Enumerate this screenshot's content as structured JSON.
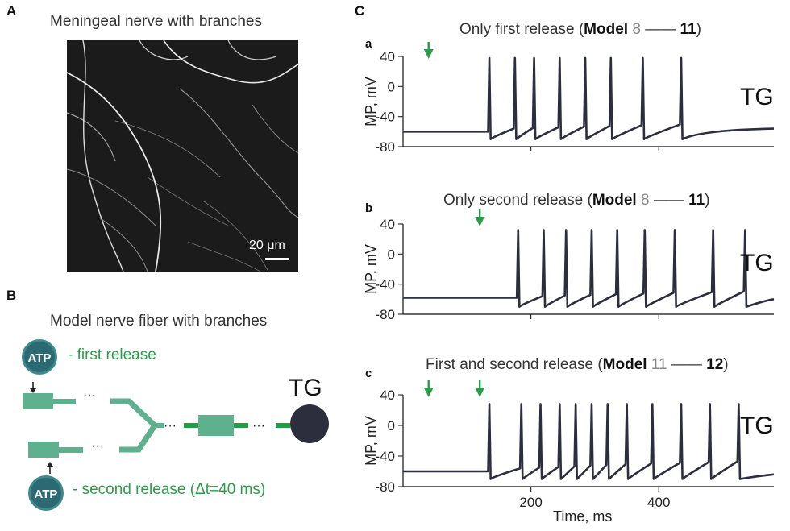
{
  "panels": {
    "A": {
      "letter": "A",
      "title": "Meningeal nerve with branches",
      "scale_label": "20 μm"
    },
    "B": {
      "letter": "B",
      "title": "Model nerve fiber with branches",
      "first_release": "- first release",
      "second_release": "- second release (Δt=40 ms)",
      "atp_label": "ATP",
      "dots": "···",
      "tg": "TG",
      "colors": {
        "fiber": "#5fb08e",
        "tg": "#2c2e3d",
        "atp": "#2b6a73",
        "text_green": "#2a9d4a"
      }
    },
    "C": {
      "letter": "C",
      "xlabel": "Time, ms",
      "ylabel": "MP, mV",
      "trace_color": "#2c2e3d",
      "arrow_color": "#2a9d4a",
      "x_ticks": [
        "200",
        "400"
      ],
      "y_ticks": [
        "40",
        "0",
        "-40",
        "-80"
      ],
      "subpanels": [
        {
          "letter": "a",
          "title_pre": "Only first release (",
          "title_model": "Model",
          "title_from": "8",
          "title_dash": "——",
          "title_to": "11",
          "title_post": ")",
          "tg": "TG"
        },
        {
          "letter": "b",
          "title_pre": "Only second release (",
          "title_model": "Model",
          "title_from": "8",
          "title_dash": "——",
          "title_to": "11",
          "title_post": ")",
          "tg": "TG"
        },
        {
          "letter": "c",
          "title_pre": "First and second release (",
          "title_model": "Model",
          "title_from": "11",
          "title_dash": "——",
          "title_to": "12",
          "title_post": ")",
          "tg": "TG"
        }
      ]
    }
  },
  "chart_data": [
    {
      "type": "line",
      "xlabel": "Time, ms",
      "ylabel": "MP, mV",
      "xlim": [
        0,
        580
      ],
      "ylim": [
        -80,
        40
      ],
      "x_ticks": [
        200,
        400
      ],
      "y_ticks": [
        40,
        0,
        -40,
        -80
      ],
      "resting_mv": -60,
      "spike_peak_mv": 38,
      "arrows_ms": [
        40
      ],
      "spike_times_ms": [
        135,
        175,
        205,
        245,
        285,
        325,
        375,
        435
      ],
      "end_mv": -56
    },
    {
      "type": "line",
      "xlabel": "Time, ms",
      "ylabel": "MP, mV",
      "xlim": [
        0,
        580
      ],
      "ylim": [
        -80,
        40
      ],
      "x_ticks": [
        200,
        400
      ],
      "y_ticks": [
        40,
        0,
        -40,
        -80
      ],
      "resting_mv": -58,
      "spike_peak_mv": 32,
      "arrows_ms": [
        120
      ],
      "spike_times_ms": [
        180,
        220,
        255,
        295,
        335,
        378,
        425,
        485,
        535
      ],
      "end_mv": -60
    },
    {
      "type": "line",
      "xlabel": "Time, ms",
      "ylabel": "MP, mV",
      "xlim": [
        0,
        580
      ],
      "ylim": [
        -80,
        40
      ],
      "x_ticks": [
        200,
        400
      ],
      "y_ticks": [
        40,
        0,
        -40,
        -80
      ],
      "resting_mv": -60,
      "spike_peak_mv": 28,
      "arrows_ms": [
        40,
        120
      ],
      "spike_times_ms": [
        135,
        185,
        215,
        245,
        270,
        295,
        320,
        350,
        390,
        435,
        480,
        525
      ],
      "end_mv": -64
    }
  ]
}
